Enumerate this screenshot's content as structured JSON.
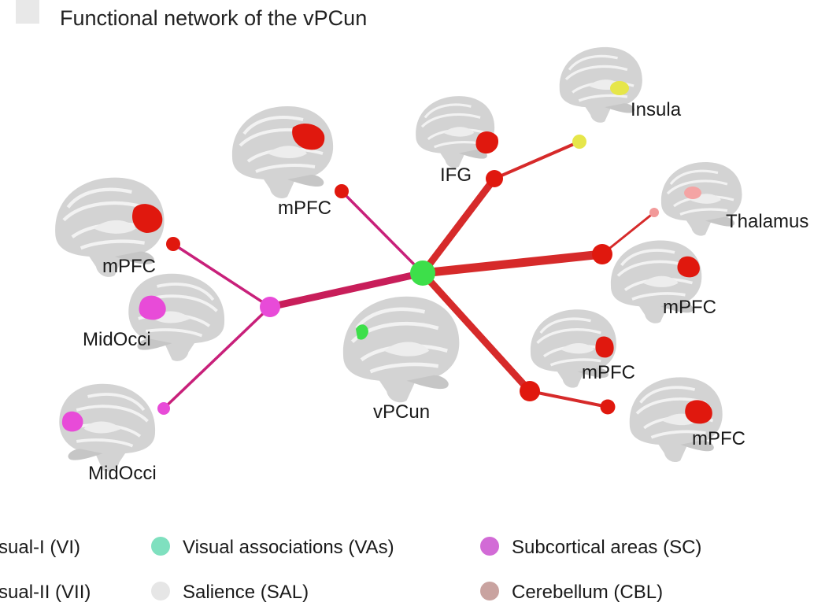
{
  "title": "Functional network of the vPCun",
  "colors": {
    "hub": "#3ddf4a",
    "node_red": "#e02020",
    "node_magenta": "#e84bd8",
    "node_yellow": "#e6e64a",
    "node_pink": "#f29a9a",
    "edge_red": "#d62a2a",
    "edge_crimson": "#c81e5a",
    "edge_magenta": "#c8207a",
    "brain_gray": "#cfcfcf"
  },
  "labels": {
    "mpfc_top": "mPFC",
    "ifg": "IFG",
    "insula": "Insula",
    "thalamus": "Thalamus",
    "mpfc_left": "mPFC",
    "midocci_upper": "MidOcci",
    "midocci_lower": "MidOcci",
    "vpcun": "vPCun",
    "mpfc_right_upper": "mPFC",
    "mpfc_right_mid": "mPFC",
    "mpfc_right_lower": "mPFC"
  },
  "legend": [
    {
      "label": "sual-I (VI)",
      "color": ""
    },
    {
      "label": "sual-II (VII)",
      "color": ""
    },
    {
      "label": "Visual associations (VAs)",
      "color": "#7fe0bf"
    },
    {
      "label": "Salience (SAL)",
      "color": "#e6e6e6"
    },
    {
      "label": "Subcortical areas (SC)",
      "color": "#d26bd6"
    },
    {
      "label": "Cerebellum (CBL)",
      "color": "#c9a3a0"
    }
  ]
}
